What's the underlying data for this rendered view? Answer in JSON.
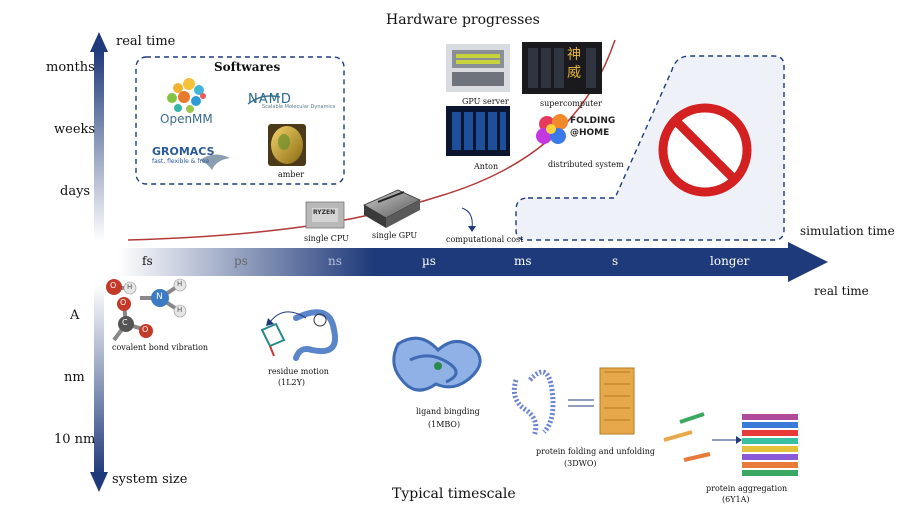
{
  "titles": {
    "hardware": "Hardware progresses",
    "softwares": "Softwares",
    "timescale": "Typical timescale"
  },
  "left_axis": {
    "top_label": "real time",
    "bottom_label": "system size",
    "time_ticks": [
      "months",
      "weeks",
      "days"
    ],
    "size_ticks": [
      "A",
      "nm",
      "10 nm"
    ]
  },
  "time_axis": {
    "ticks": [
      "fs",
      "ps",
      "ns",
      "µs",
      "ms",
      "s",
      "longer"
    ],
    "label_upper": "simulation time",
    "label_lower": "real time"
  },
  "software": {
    "openmm": "OpenMM",
    "namd": "NAMD",
    "namd_sub": "Scalable Molecular Dynamics",
    "gromacs": "GROMACS",
    "gromacs_sub": "fast, flexible & free",
    "amber": "amber"
  },
  "hardware": {
    "single_cpu": "single CPU",
    "cpu_chip_text": "RYZEN",
    "single_gpu": "single GPU",
    "computational_cost": "computational cost",
    "gpu_server": "GPU server",
    "anton": "Anton",
    "supercomputer": "supercomputer",
    "supercomputer_glyphs": "神威",
    "distributed": "distributed system",
    "folding_text_1": "FOLDING",
    "folding_text_2": "@HOME"
  },
  "phenomena": {
    "bond": "covalent bond vibration",
    "residue": "residue motion",
    "residue_pdb": "(1L2Y)",
    "ligand": "ligand bingding",
    "ligand_pdb": "(1MBO)",
    "folding": "protein folding and unfolding",
    "folding_pdb": "(3DWO)",
    "aggregation": "protein aggregation",
    "aggregation_pdb": "(6Y1A)"
  },
  "molecule_atoms": {
    "o1": "O",
    "h1": "H",
    "o2": "O",
    "c": "C",
    "o3": "O",
    "n": "N",
    "h2": "H",
    "h3": "H"
  },
  "colors": {
    "navy": "#1f3a7a",
    "cost_curve": "#b23a3a",
    "forbidden_red": "#d32020",
    "dashed_box": "#1f3a7a",
    "blocked_fill": "#eef2f8"
  }
}
